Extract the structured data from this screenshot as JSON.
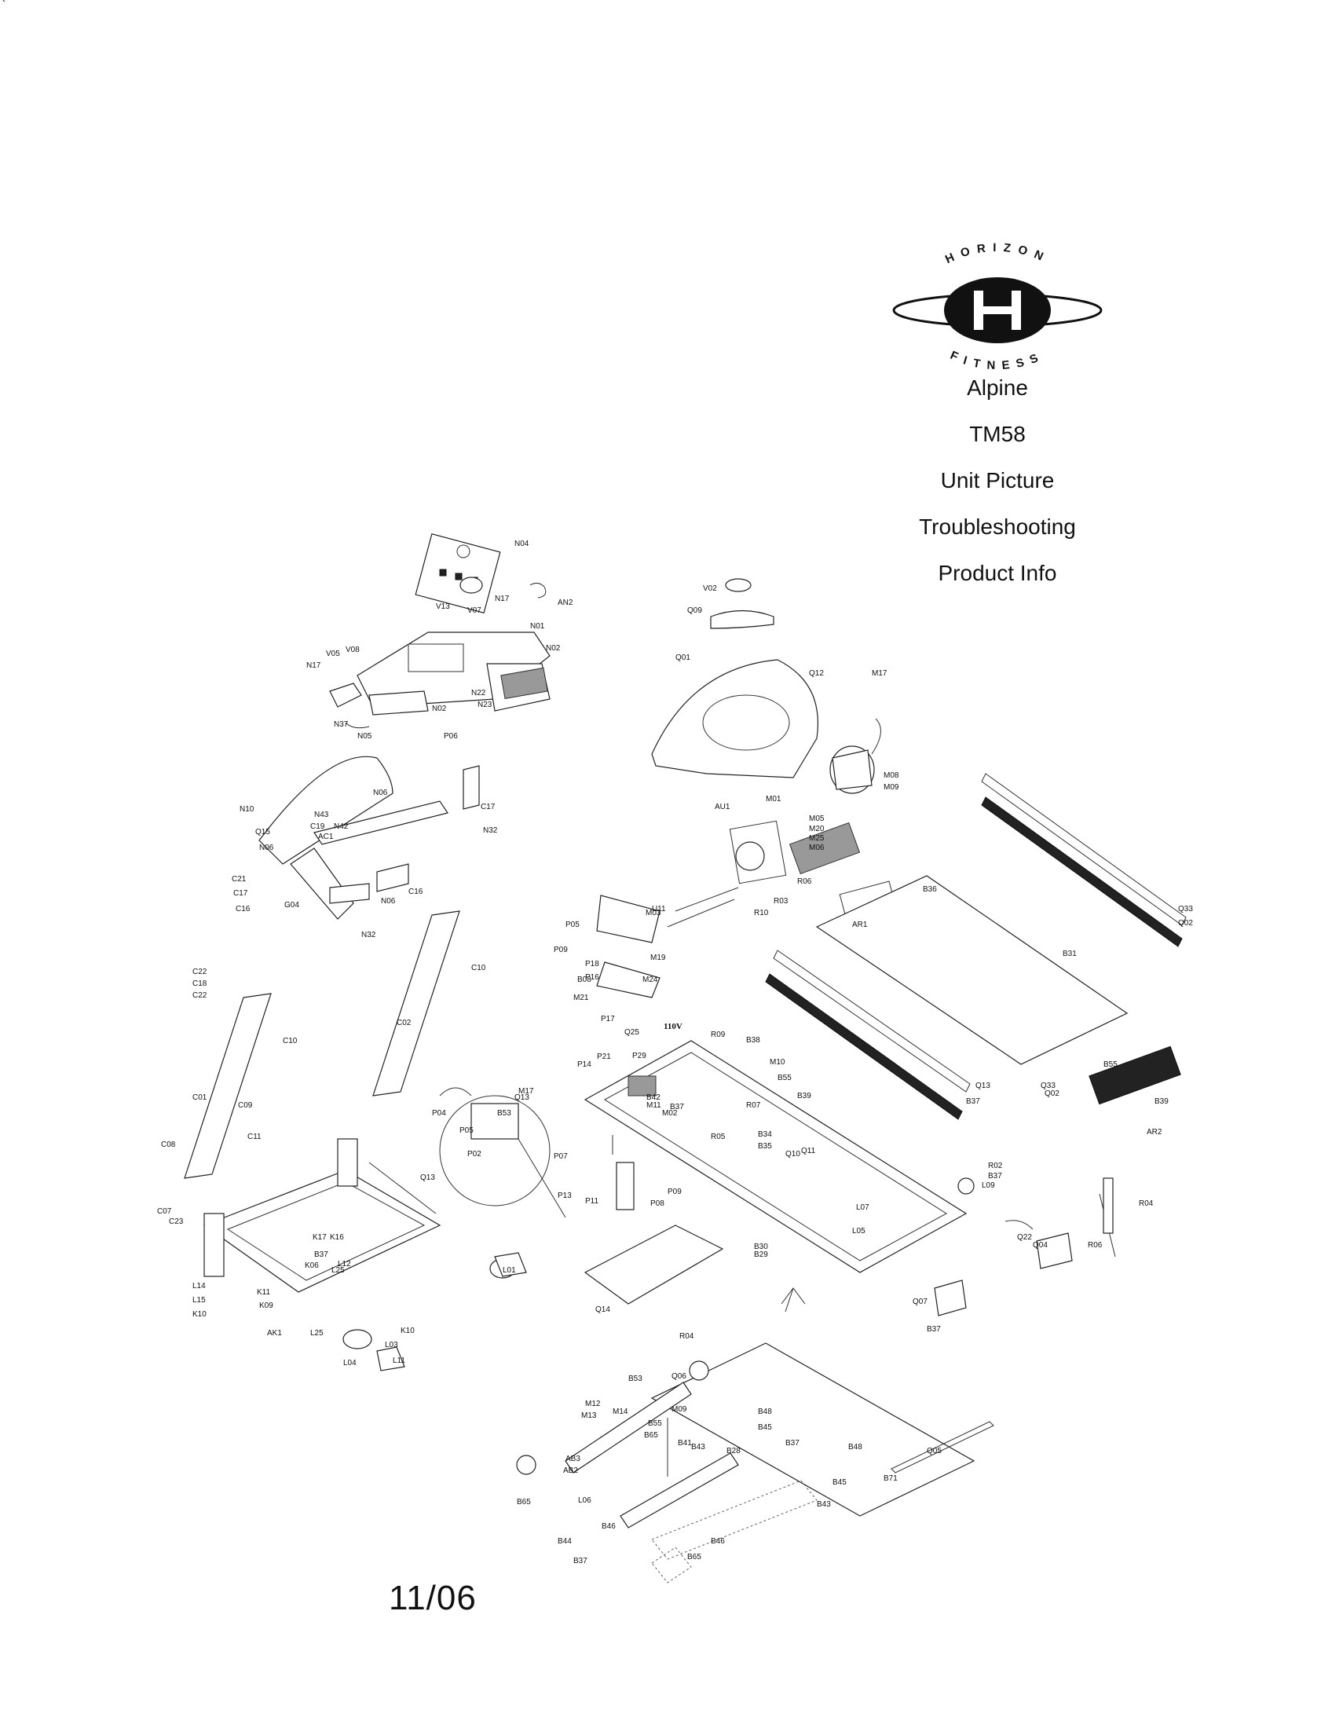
{
  "header": {
    "brand_top": "HORIZON",
    "brand_bottom": "FITNESS",
    "model_name": "Alpine",
    "model_number": "TM58"
  },
  "menu": {
    "unit_picture": "Unit Picture",
    "troubleshooting": "Troubleshooting",
    "product_info": "Product Info"
  },
  "diagram": {
    "voltage_label": "110V",
    "labels": [
      "N04",
      "N17",
      "AN2",
      "V02",
      "Q09",
      "V13",
      "V07",
      "N01",
      "N02",
      "V08",
      "V05",
      "N17",
      "N22",
      "N23",
      "N02",
      "N37",
      "N05",
      "P06",
      "Q01",
      "Q12",
      "M17",
      "M08",
      "M09",
      "M01",
      "AU1",
      "M05",
      "M20",
      "M25",
      "M06",
      "U11",
      "R06",
      "R03",
      "R10",
      "AR1",
      "B36",
      "Q33",
      "Q02",
      "N06",
      "N10",
      "N43",
      "N42",
      "Q15",
      "C19",
      "AC1",
      "N06",
      "C17",
      "N32",
      "C21",
      "C17",
      "G04",
      "N06",
      "N32",
      "C16",
      "C16",
      "C10",
      "C22",
      "C18",
      "C22",
      "C10",
      "C02",
      "C01",
      "C09",
      "C11",
      "C08",
      "C07",
      "C23",
      "B31",
      "P05",
      "P09",
      "P18",
      "P16",
      "M03",
      "M19",
      "B08",
      "M24",
      "M21",
      "P17",
      "Q25",
      "R09",
      "B38",
      "P21",
      "P29",
      "P14",
      "M17",
      "Q13",
      "B53",
      "P04",
      "P05",
      "P02",
      "P07",
      "P13",
      "P11",
      "P08",
      "P09",
      "M02",
      "B37",
      "B42",
      "M11",
      "M10",
      "B55",
      "B39",
      "R07",
      "R05",
      "B34",
      "B35",
      "Q10",
      "Q11",
      "Q13",
      "B37",
      "Q33",
      "Q02",
      "B55",
      "B39",
      "AR2",
      "R02",
      "B37",
      "L09",
      "L07",
      "L05",
      "B30",
      "B29",
      "Q13",
      "B37",
      "K06",
      "K17",
      "K16",
      "L12",
      "L25",
      "L14",
      "L15",
      "K10",
      "K11",
      "K09",
      "AK1",
      "L25",
      "K10",
      "L03",
      "L04",
      "L11",
      "L01",
      "Q14",
      "Q22",
      "Q04",
      "R06",
      "R04",
      "Q07",
      "B37",
      "R04",
      "Q06",
      "B53",
      "M12",
      "M13",
      "M09",
      "M14",
      "B55",
      "B65",
      "B41",
      "B43",
      "B28",
      "B48",
      "B45",
      "B37",
      "AB3",
      "B65",
      "AB2",
      "L06",
      "B46",
      "B44",
      "B37",
      "B65",
      "B46",
      "B43",
      "B45",
      "B48",
      "Q05",
      "B71",
      "Q25"
    ]
  },
  "footer": {
    "date": "11/06"
  }
}
